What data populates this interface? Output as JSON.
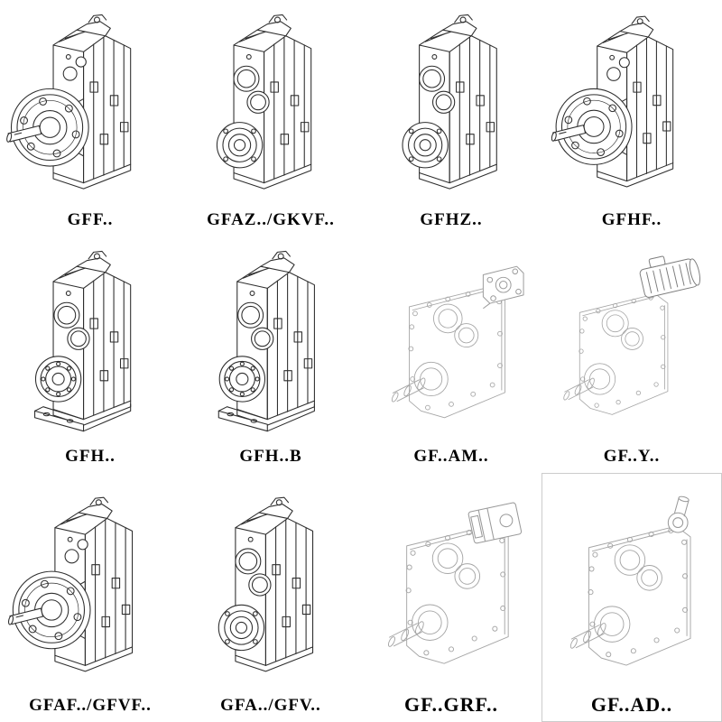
{
  "cells": [
    {
      "label": "GFF.."
    },
    {
      "label": "GFAZ../GKVF.."
    },
    {
      "label": "GFHZ.."
    },
    {
      "label": "GFHF.."
    },
    {
      "label": "GFH.."
    },
    {
      "label": "GFH..B"
    },
    {
      "label": "GF..AM.."
    },
    {
      "label": "GF..Y.."
    },
    {
      "label": "GFAF../GFVF.."
    },
    {
      "label": "GFA../GFV.."
    },
    {
      "label": "GF..GRF.."
    },
    {
      "label": "GF..AD.."
    }
  ],
  "colors": {
    "line": "#2e2e2e",
    "phantom": "#a6a6a6",
    "label_text": "#000000",
    "cell_border": "#cccccc",
    "background": "#ffffff"
  }
}
